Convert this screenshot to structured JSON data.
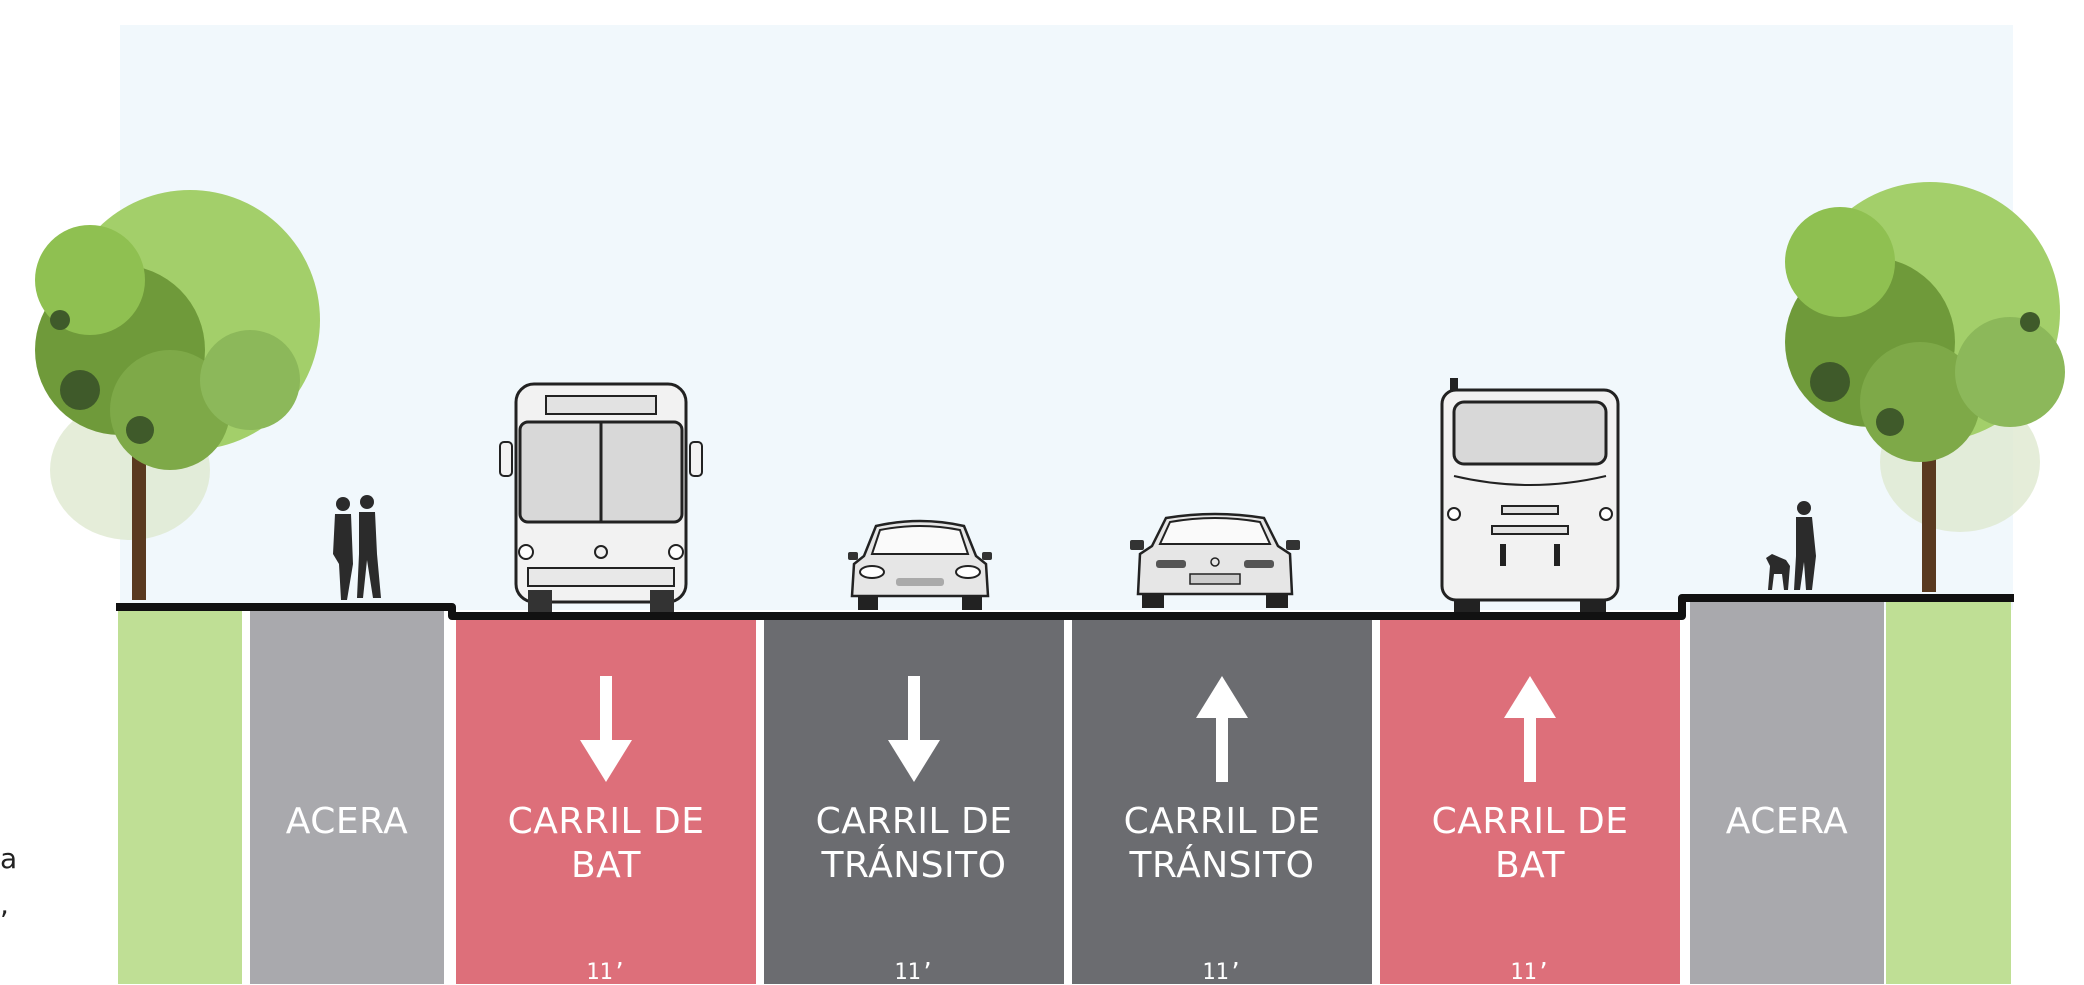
{
  "lanes": [
    {
      "label": "ACERA",
      "width": ""
    },
    {
      "label": "CARRIL DE\nBAT",
      "width": "11’"
    },
    {
      "label": "CARRIL DE\nTRÁNSITO",
      "width": "11’"
    },
    {
      "label": "CARRIL DE\nTRÁNSITO",
      "width": "11’"
    },
    {
      "label": "CARRIL DE\nBAT",
      "width": "11’"
    },
    {
      "label": "ACERA",
      "width": ""
    }
  ],
  "side_text": {
    "line1": "a",
    "line2": ","
  },
  "colors": {
    "sky": "#f1f8fc",
    "green_strip": "#bfdf95",
    "sidewalk": "#a9a9ad",
    "bus_lane": "#dd6f7a",
    "traffic_lane": "#6b6c70",
    "tree_light": "#a3cf6a",
    "tree_dark": "#6f9a3a"
  },
  "icons": {
    "arrows": [
      "arrow-down-icon",
      "arrow-down-icon",
      "arrow-up-icon",
      "arrow-up-icon"
    ],
    "vehicles": [
      "bus-front-icon",
      "car-front-icon",
      "car-rear-icon",
      "bus-rear-icon"
    ],
    "people": [
      "pedestrian-couple-icon",
      "person-with-dog-icon"
    ],
    "trees": [
      "tree-icon",
      "tree-icon"
    ]
  }
}
